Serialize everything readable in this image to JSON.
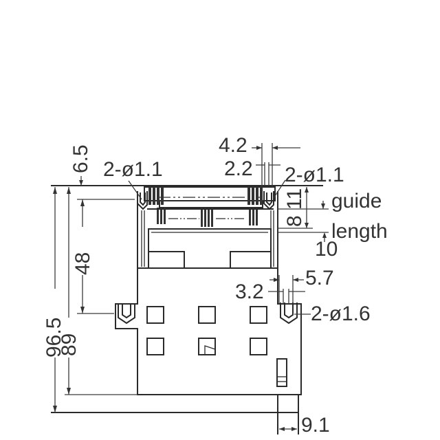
{
  "drawing": {
    "type": "connector-dimension-drawing",
    "units": "mm (x10 scale as labeled)",
    "labels": {
      "top_offset": "6.5",
      "hole_left": "2-ø1.1",
      "hole_right": "2-ø1.1",
      "width_outer": "4.2",
      "width_inner": "2.2",
      "guide": "guide",
      "length": "length",
      "guide_len_a": "11",
      "guide_len_b": "8",
      "length_value": "10",
      "total_height": "96.5",
      "upper_height": "48",
      "lower_height": "89",
      "post_outer": "5.7",
      "post_inner": "3.2",
      "post_hole": "2-ø1.6",
      "tail_width": "9.1"
    },
    "colors": {
      "line": "#2a2a2a",
      "text": "#333333",
      "background": "#ffffff"
    }
  }
}
